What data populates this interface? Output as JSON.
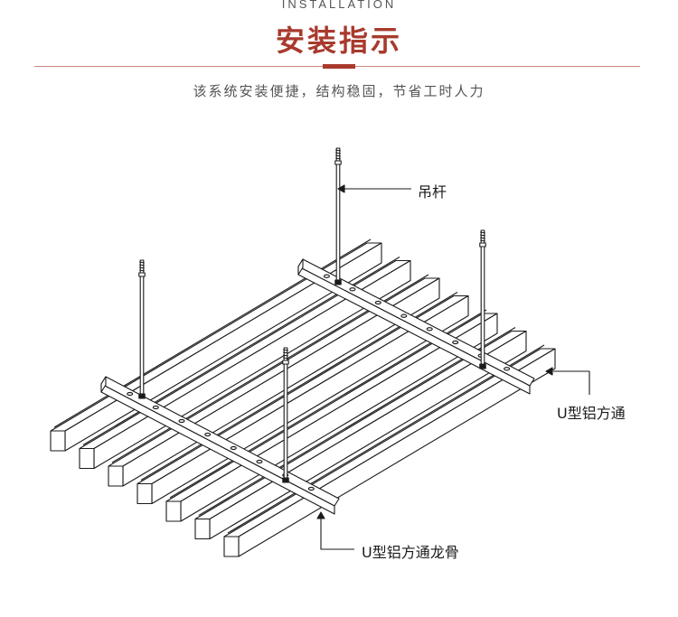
{
  "header": {
    "eyebrow": "INSTALLATION",
    "title": "安装指示",
    "subtitle": "该系统安装便捷，结构稳固，节省工时人力"
  },
  "colors": {
    "accent": "#a83a2d",
    "line": "#1a1a1a",
    "text": "#555555"
  },
  "diagram": {
    "labels": {
      "hanger_rod": "吊杆",
      "u_tube": "U型铝方通",
      "u_keel": "U型铝方通龙骨"
    }
  }
}
